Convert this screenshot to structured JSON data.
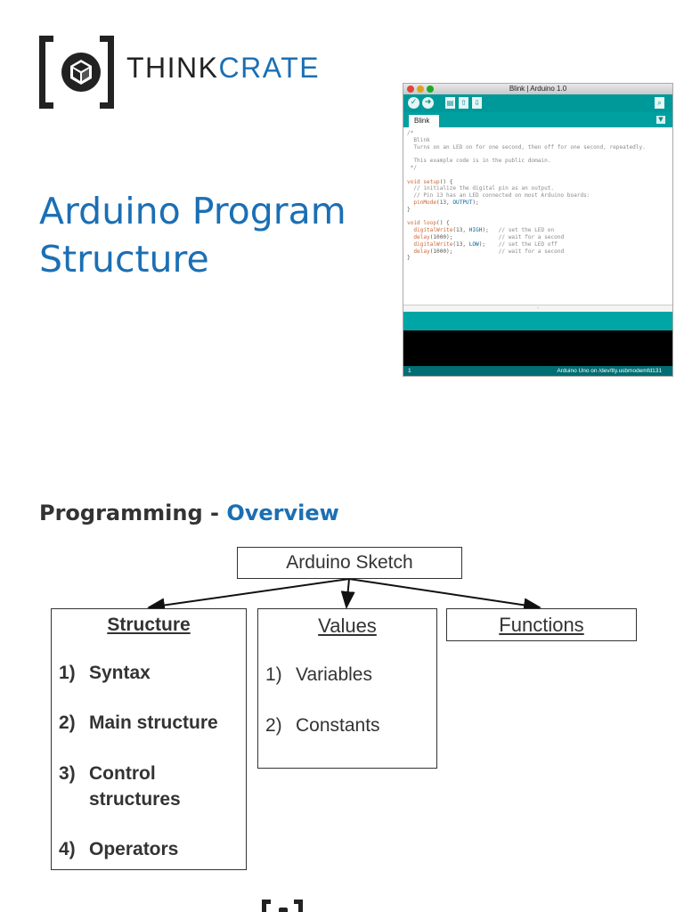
{
  "logo": {
    "word_main": "THINK",
    "word_accent": "CRATE",
    "brand_color": "#1b6fb4"
  },
  "title": {
    "line1": "Arduino Program",
    "line2": "Structure"
  },
  "ide": {
    "window_title": "Blink | Arduino 1.0",
    "tab_label": "Blink",
    "code_lines": [
      "/*",
      "  Blink",
      "  Turns on an LED on for one second, then off for one second, repeatedly.",
      "",
      "  This example code is in the public domain.",
      " */",
      "",
      "void setup() {",
      "  // initialize the digital pin as an output.",
      "  // Pin 13 has an LED connected on most Arduino boards:",
      "  pinMode(13, OUTPUT);",
      "}",
      "",
      "void loop() {",
      "  digitalWrite(13, HIGH);   // set the LED on",
      "  delay(1000);              // wait for a second",
      "  digitalWrite(13, LOW);    // set the LED off",
      "  delay(1000);              // wait for a second",
      "}"
    ],
    "footer_line": "1",
    "footer_board": "Arduino Uno on /dev/tty.usbmodemfd131",
    "accent_color": "#009999"
  },
  "section": {
    "title_main": "Programming - ",
    "title_accent": "Overview"
  },
  "diagram": {
    "root": "Arduino Sketch",
    "structure": {
      "heading": "Structure",
      "items": [
        {
          "num": "1)",
          "text": "Syntax"
        },
        {
          "num": "2)",
          "text": "Main structure"
        },
        {
          "num": "3)",
          "text": "Control"
        },
        {
          "num": "",
          "text": "structures"
        },
        {
          "num": "4)",
          "text": "Operators"
        }
      ]
    },
    "values": {
      "heading": "Values",
      "items": [
        {
          "num": "1)",
          "text": "Variables"
        },
        {
          "num": "2)",
          "text": "Constants"
        }
      ]
    },
    "functions": {
      "heading": "Functions"
    }
  }
}
